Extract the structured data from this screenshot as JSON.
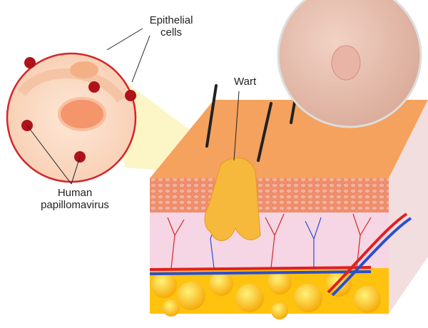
{
  "labels": {
    "epithelial": [
      "Epithelial",
      "cells"
    ],
    "wart": "Wart",
    "hpv": [
      "Human",
      "papillomavirus"
    ]
  },
  "colors": {
    "virus": "#b0121a",
    "inset_border": "#d4262a",
    "skin_top": "#f4a25e",
    "epidermis": "#f08c6e",
    "dermis": "#f6d6e4",
    "fat": "#ffc20e",
    "wart": "#f7b93c"
  }
}
